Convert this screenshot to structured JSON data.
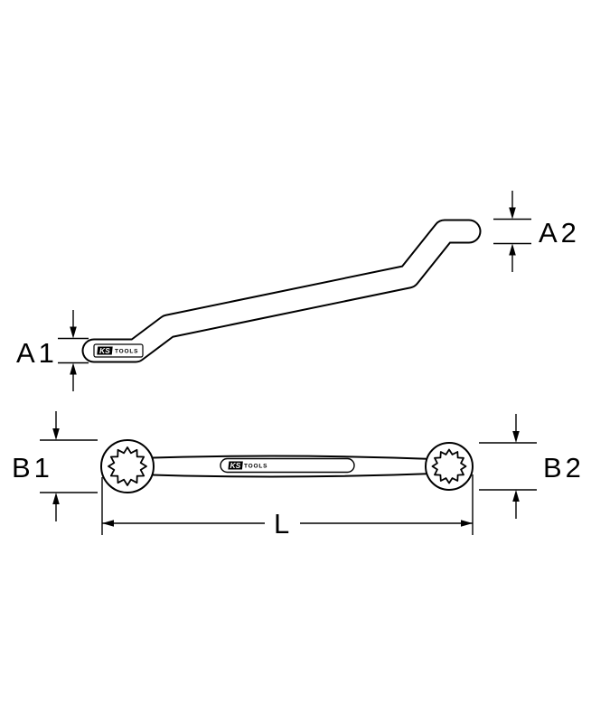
{
  "diagram": {
    "type": "technical-dimension-drawing",
    "subject": "double-offset-ring-wrench",
    "colors": {
      "line": "#000000",
      "background": "#ffffff"
    },
    "labels": {
      "a1": "A1",
      "a2": "A2",
      "b1": "B1",
      "b2": "B2",
      "length": "L"
    },
    "brand": {
      "ks": "KS",
      "tools": "TOOLS"
    }
  }
}
